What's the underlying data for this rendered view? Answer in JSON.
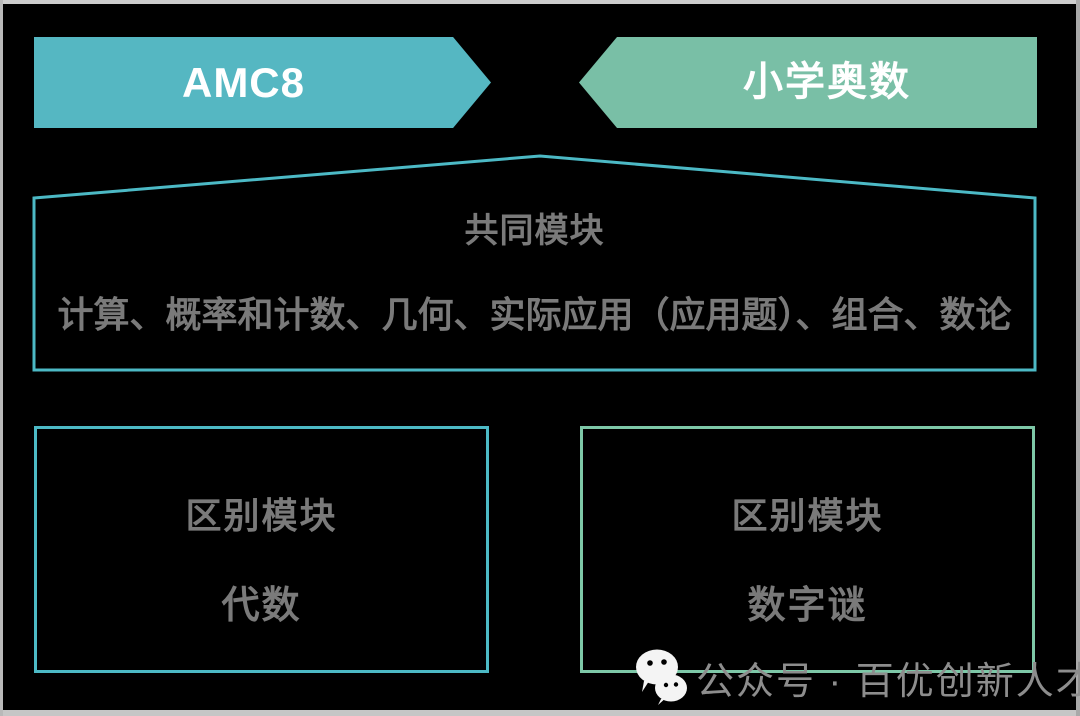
{
  "colors": {
    "background": "#000000",
    "teal_banner": "#55b7c2",
    "teal_border": "#4cb9c5",
    "green_banner": "#79bfa6",
    "green_border": "#7dc7a7",
    "banner_text": "#ffffff",
    "body_text_gray": "#7a7a7a",
    "watermark_gray": "#8d8d8d"
  },
  "banner_left": {
    "label": "AMC8"
  },
  "banner_right": {
    "label": "小学奥数"
  },
  "common_module_box": {
    "title": "共同模块",
    "items_line": "计算、概率和计数、几何、实际应用（应用题）、组合、数论"
  },
  "amc8_diff_box": {
    "title": "区别模块",
    "content": "代数"
  },
  "olympiad_diff_box": {
    "title": "区别模块",
    "content": "数字谜"
  },
  "watermark": {
    "icon": "wechat-icon",
    "text": "公众号 · 百优创新人才基地"
  }
}
